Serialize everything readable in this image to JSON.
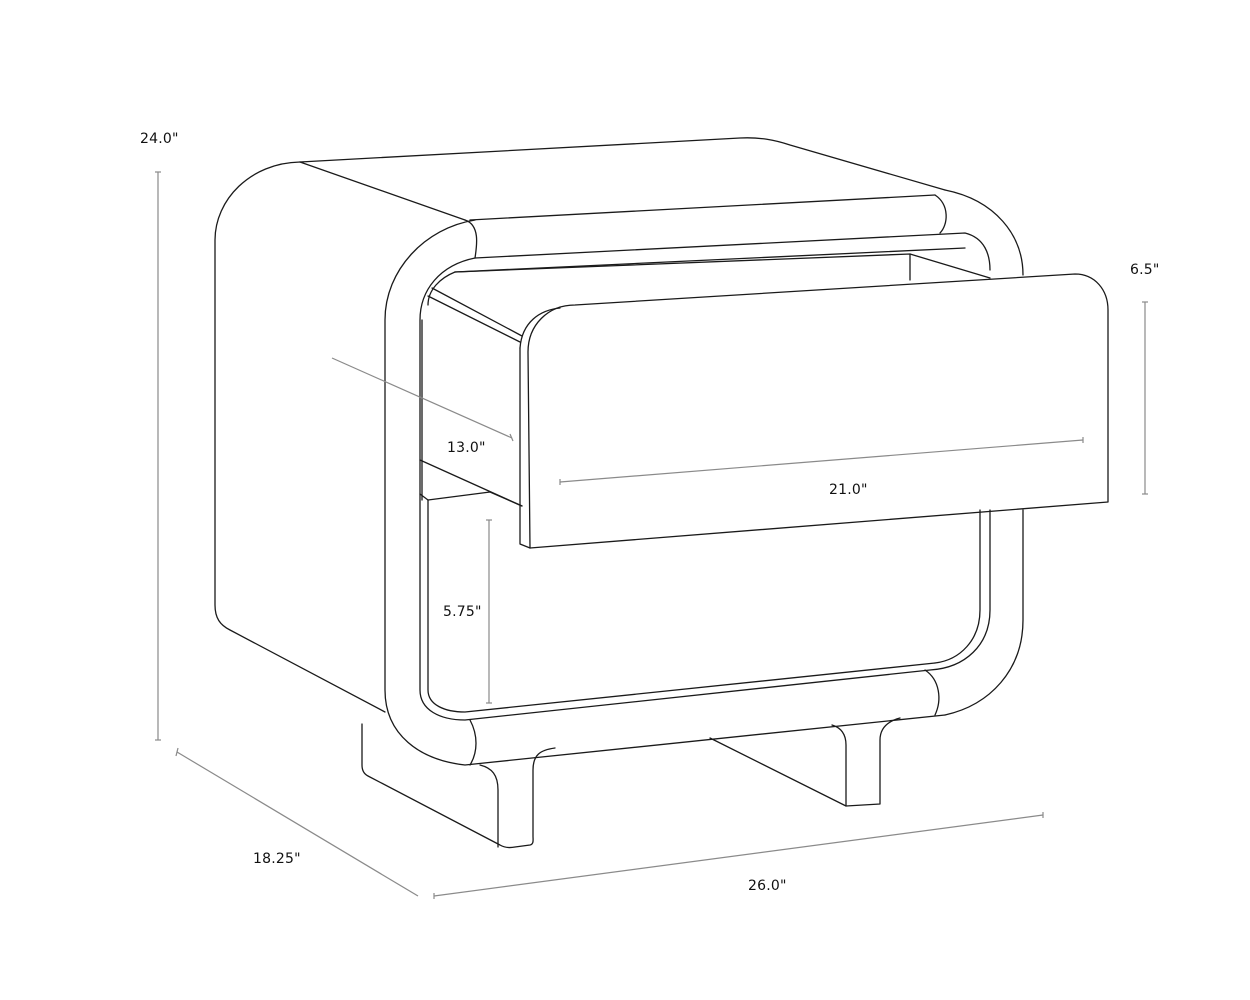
{
  "diagram": {
    "subject": "Nightstand with one open drawer and open shelf",
    "line_color": "#1a1a1a",
    "dimension_line_color": "#8a8a8a",
    "background": "#ffffff"
  },
  "dimensions": {
    "height": "24.0\"",
    "drawer_front_height": "6.5\"",
    "drawer_depth": "13.0\"",
    "drawer_width": "21.0\"",
    "shelf_opening_height": "5.75\"",
    "depth": "18.25\"",
    "width": "26.0\""
  }
}
